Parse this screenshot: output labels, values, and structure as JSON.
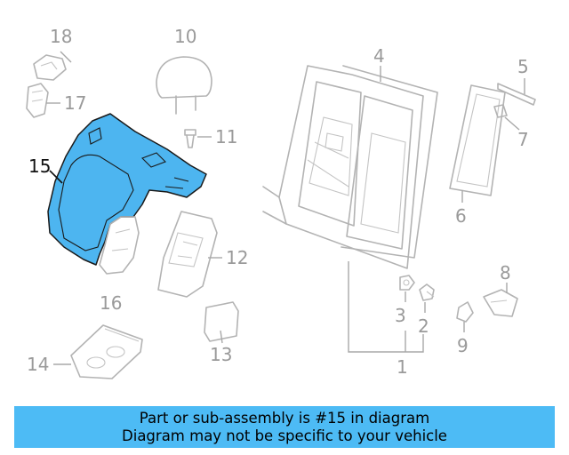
{
  "labels": {
    "p1": "1",
    "p2": "2",
    "p3": "3",
    "p4": "4",
    "p5": "5",
    "p6": "6",
    "p7": "7",
    "p8": "8",
    "p9": "9",
    "p10": "10",
    "p11": "11",
    "p12": "12",
    "p13": "13",
    "p14": "14",
    "p15": "15",
    "p16": "16",
    "p17": "17",
    "p18": "18"
  },
  "highlighted_part": "15",
  "colors": {
    "highlight": "#4db5f0",
    "banner": "#4dbbf5"
  },
  "banner": {
    "line1": "Part or sub-assembly is #15 in diagram",
    "line2": "Diagram may not be specific to your vehicle"
  }
}
